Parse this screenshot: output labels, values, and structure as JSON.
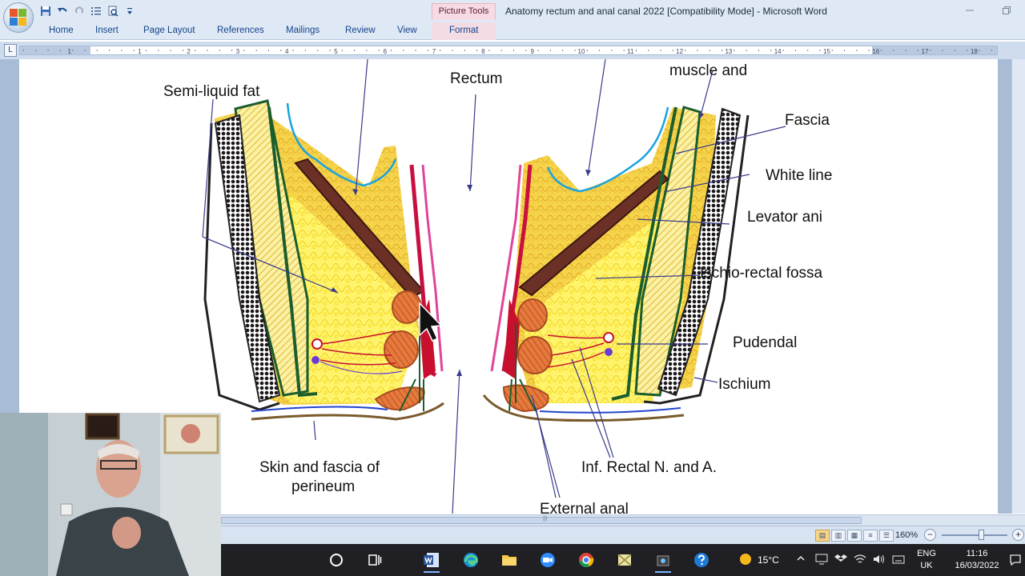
{
  "window": {
    "title": "Anatomy rectum and anal canal 2022 [Compatibility Mode] - Microsoft Word",
    "contextual_tab_group": "Picture Tools",
    "controls": [
      "minimize-icon",
      "restore-icon"
    ]
  },
  "quick_access": {
    "icons": [
      "save-icon",
      "undo-icon",
      "redo-icon",
      "bullets-icon",
      "print-preview-icon",
      "customize-dropdown-icon"
    ]
  },
  "ribbon": {
    "tabs": [
      {
        "label": "Home"
      },
      {
        "label": "Insert"
      },
      {
        "label": "Page Layout"
      },
      {
        "label": "References"
      },
      {
        "label": "Mailings"
      },
      {
        "label": "Review"
      },
      {
        "label": "View"
      },
      {
        "label": "Format"
      }
    ]
  },
  "ruler": {
    "tab_selector": "L",
    "numbers": [
      "1",
      "1",
      "2",
      "3",
      "4",
      "5",
      "6",
      "7",
      "8",
      "9",
      "10",
      "11",
      "12",
      "13",
      "14",
      "15",
      "16",
      "17",
      "18"
    ]
  },
  "figure": {
    "labels": {
      "semi_liquid_fat": "Semi-liquid fat",
      "rectum": "Rectum",
      "muscle_and": "muscle and",
      "fascia": "Fascia",
      "white_line": "White line",
      "levator_ani": "Levator ani",
      "ischio_rectal_fossa": "Ischio-rectal fossa",
      "pudendal": "Pudendal",
      "ischium": "Ischium",
      "skin_fascia_line1": "Skin and fascia of",
      "skin_fascia_line2": "perineum",
      "inf_rectal": "Inf. Rectal N. and A.",
      "external_anal": "External anal"
    }
  },
  "statusbar": {
    "zoom": "160%",
    "zoom_out": "−",
    "zoom_in": "+",
    "zoom_fraction": 0.6
  },
  "taskbar": {
    "apps": [
      "start-search-icon",
      "task-view-icon",
      "word-icon",
      "edge-icon",
      "file-explorer-icon",
      "zoom-icon",
      "chrome-icon",
      "excel-icon",
      "media-app-icon",
      "help-icon"
    ],
    "weather_temp": "15°C",
    "language_line1": "ENG",
    "language_line2": "UK",
    "time": "11:16",
    "date": "16/03/2022"
  },
  "colors": {
    "ribbon_bg": "#dfe9f5",
    "tab_text": "#15428b",
    "context_tab": "#f7dbe4",
    "doc_bg": "#a9bcd6",
    "taskbar_bg": "#1f1f24"
  }
}
